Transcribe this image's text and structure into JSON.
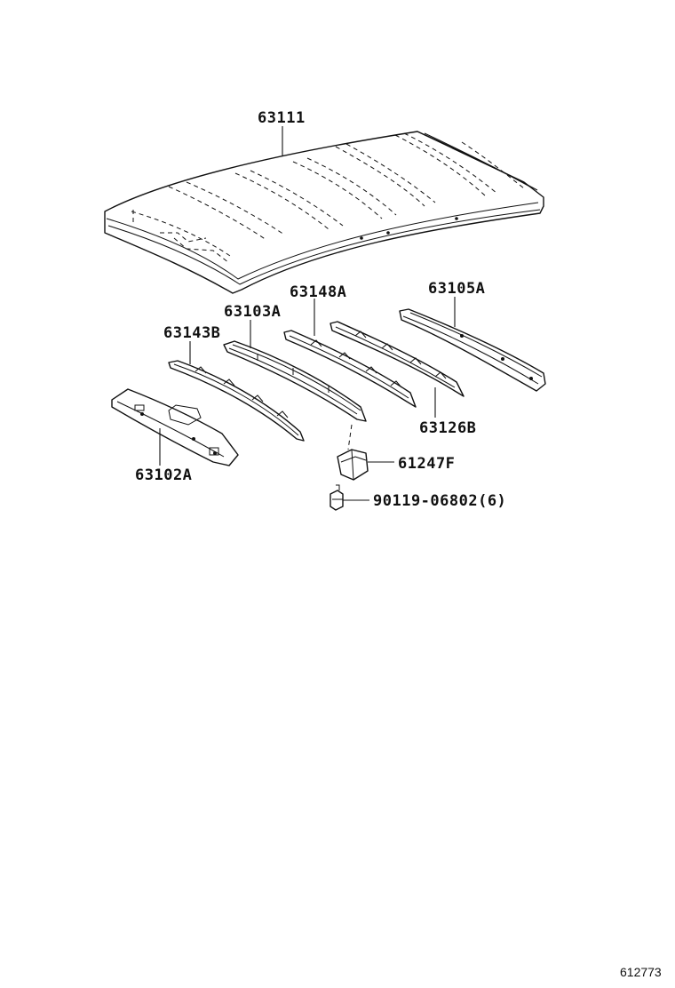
{
  "diagram": {
    "parts": {
      "roof_panel": "63111",
      "rear_roof_rail": "63105A",
      "roof_bow_148": "63148A",
      "roof_bow_103": "63103A",
      "roof_bow_143": "63143B",
      "front_roof_header": "63102A",
      "roof_bow_126": "63126B",
      "grommet": "61247F",
      "bolt": "90119-06802(6)"
    },
    "figure_code": "612773"
  }
}
